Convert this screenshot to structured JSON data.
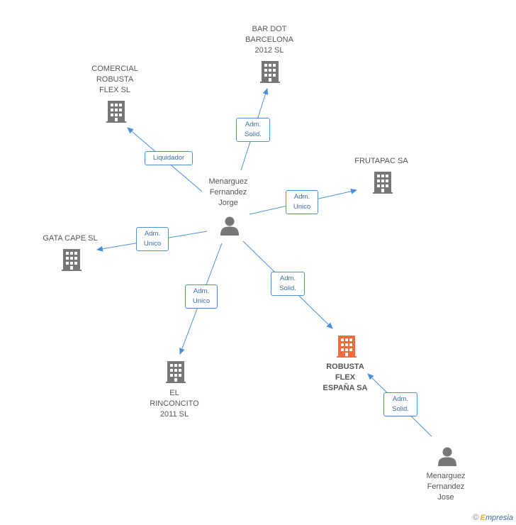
{
  "nodes": {
    "center_person": {
      "label": "Menarguez\nFernandez\nJorge",
      "type": "person",
      "color": "#777777"
    },
    "second_person": {
      "label": "Menarguez\nFernandez\nJose",
      "type": "person",
      "color": "#777777"
    },
    "bar_dot": {
      "label": "BAR DOT\nBARCELONA\n2012 SL",
      "type": "company",
      "color": "#777777"
    },
    "comercial": {
      "label": "COMERCIAL\nROBUSTA\nFLEX SL",
      "type": "company",
      "color": "#777777"
    },
    "frutapac": {
      "label": "FRUTAPAC SA",
      "type": "company",
      "color": "#777777"
    },
    "gata_cape": {
      "label": "GATA CAPE SL",
      "type": "company",
      "color": "#777777"
    },
    "el_rinconcito": {
      "label": "EL\nRINCONCITO\n2011 SL",
      "type": "company",
      "color": "#777777"
    },
    "robusta_flex": {
      "label": "ROBUSTA\nFLEX\nESPAÑA SA",
      "type": "company-main",
      "color": "#f26b3a"
    }
  },
  "edges": {
    "bar_dot": "Adm.\nSolid.",
    "comercial": "Liquidador",
    "frutapac": "Adm.\nUnico",
    "gata_cape": "Adm.\nUnico",
    "el_rinconcito": "Adm.\nUnico",
    "robusta_center": "Adm.\nSolid.",
    "robusta_second": "Adm.\nSolid."
  },
  "colors": {
    "edge": "#4a90d9"
  },
  "footer": {
    "copyright": "©",
    "brand_e": "E",
    "brand_rest": "mpresia"
  }
}
